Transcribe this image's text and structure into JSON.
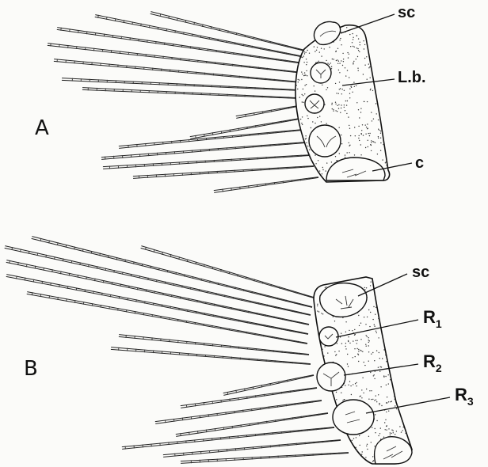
{
  "figure": {
    "panels": [
      {
        "id": "A",
        "letter": "A",
        "labels": {
          "sc": "sc",
          "lb": "L.b.",
          "c": "c"
        }
      },
      {
        "id": "B",
        "letter": "B",
        "labels": {
          "sc": "sc",
          "r1": "R",
          "r1_sub": "1",
          "r2": "R",
          "r2_sub": "2",
          "r3": "R",
          "r3_sub": "3"
        }
      }
    ],
    "colors": {
      "ink": "#111111",
      "paper": "#fbfbf9"
    }
  }
}
